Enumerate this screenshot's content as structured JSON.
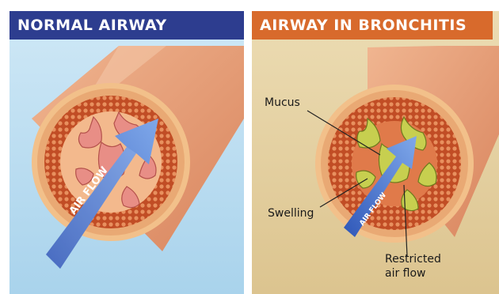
{
  "panels": {
    "normal": {
      "title": "NORMAL AIRWAY",
      "arrow_label": "AIR FLOW"
    },
    "bronchitis": {
      "title": "AIRWAY IN BRONCHITIS",
      "arrow_label": "AIR FLOW",
      "labels": {
        "mucus": "Mucus",
        "swelling": "Swelling",
        "restricted_line1": "Restricted",
        "restricted_line2": "air flow"
      }
    }
  },
  "colors": {
    "normal_header": "#2d3d8f",
    "bronchitis_header": "#d86a2c",
    "normal_bg": "#b9dcef",
    "bronchitis_bg": "#e6d3a6",
    "tube": "#e8a37c",
    "tissue": "#c9552a",
    "mucus": "#c8cf52",
    "arrow": "#3a63c4"
  }
}
